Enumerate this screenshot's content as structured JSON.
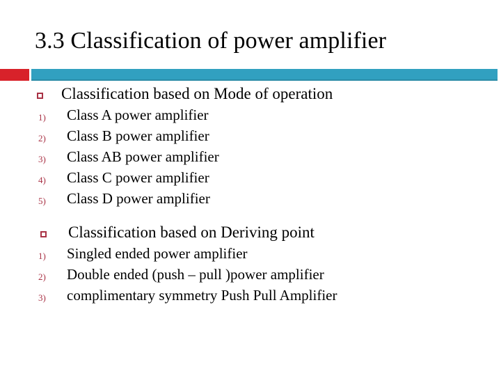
{
  "slide": {
    "title": "3.3 Classification of power amplifier",
    "accent_red": "#d8222a",
    "accent_teal": "#31a0c0",
    "bullet_color": "#a93245",
    "text_color": "#000000",
    "background": "#ffffff"
  },
  "sections": [
    {
      "heading": "Classification based on Mode of operation",
      "bullet_icon": "hollow-square-bullet",
      "items": [
        {
          "marker": "1)",
          "label": "Class A power amplifier"
        },
        {
          "marker": "2)",
          "label": "Class B power amplifier"
        },
        {
          "marker": "3)",
          "label": "Class AB power amplifier"
        },
        {
          "marker": "4)",
          "label": "Class C power amplifier"
        },
        {
          "marker": "5)",
          "label": "Class D power amplifier"
        }
      ]
    },
    {
      "heading": "Classification based on Deriving point",
      "bullet_icon": "hollow-square-bullet",
      "items": [
        {
          "marker": "1)",
          "label": "Singled ended power amplifier"
        },
        {
          "marker": "2)",
          "label": "Double ended (push – pull )power amplifier"
        },
        {
          "marker": "3)",
          "label": "complimentary symmetry Push Pull Amplifier"
        }
      ]
    }
  ]
}
